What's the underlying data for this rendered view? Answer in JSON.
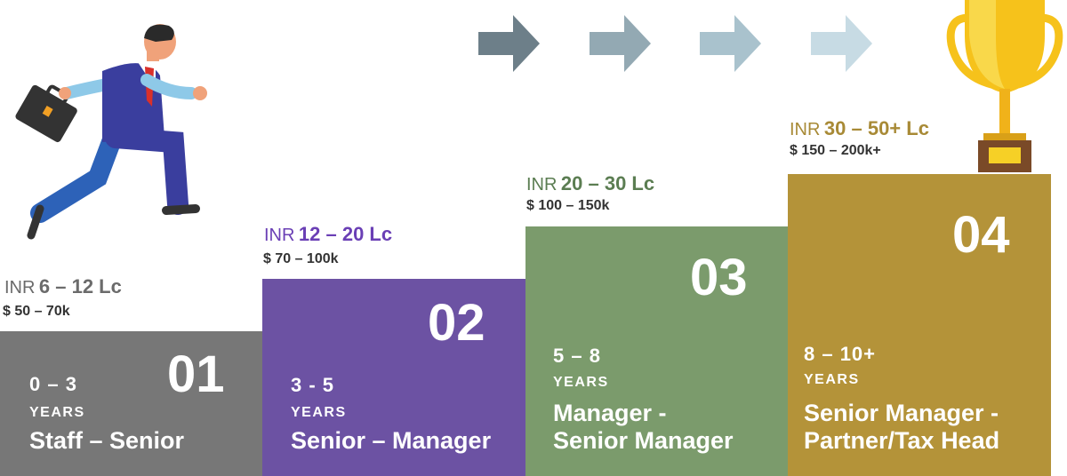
{
  "arrow_colors": [
    "#6d7f89",
    "#93a9b3",
    "#a9c2cd",
    "#c7dbe4"
  ],
  "icons": {
    "runner": "businessman-running-icon",
    "trophy": "trophy-icon",
    "arrow": "arrow-right-icon"
  },
  "steps": [
    {
      "number": "01",
      "years_value": "0 – 3",
      "years_label": "YEARS",
      "role": "Staff – Senior",
      "inr_prefix": "INR",
      "inr_range": "6 – 12 Lc",
      "usd": "$ 50 – 70k",
      "color": "#777777",
      "salary_color": "#6b6b6b"
    },
    {
      "number": "02",
      "years_value": "3 - 5",
      "years_label": "YEARS",
      "role": "Senior – Manager",
      "inr_prefix": "INR",
      "inr_range": "12 – 20 Lc",
      "usd": "$ 70 – 100k",
      "color": "#6c52a3",
      "salary_color": "#6a3fb5"
    },
    {
      "number": "03",
      "years_value": "5 – 8",
      "years_label": "YEARS",
      "role": "Manager -\nSenior Manager",
      "inr_prefix": "INR",
      "inr_range": "20 – 30 Lc",
      "usd": "$ 100 – 150k",
      "color": "#7b9b6c",
      "salary_color": "#5b7d52"
    },
    {
      "number": "04",
      "years_value": "8 – 10+",
      "years_label": "YEARS",
      "role": "Senior Manager -\nPartner/Tax Head",
      "inr_prefix": "INR",
      "inr_range": "30 – 50+ Lc",
      "usd": "$ 150 – 200k+",
      "color": "#b49339",
      "salary_color": "#a88a36"
    }
  ]
}
